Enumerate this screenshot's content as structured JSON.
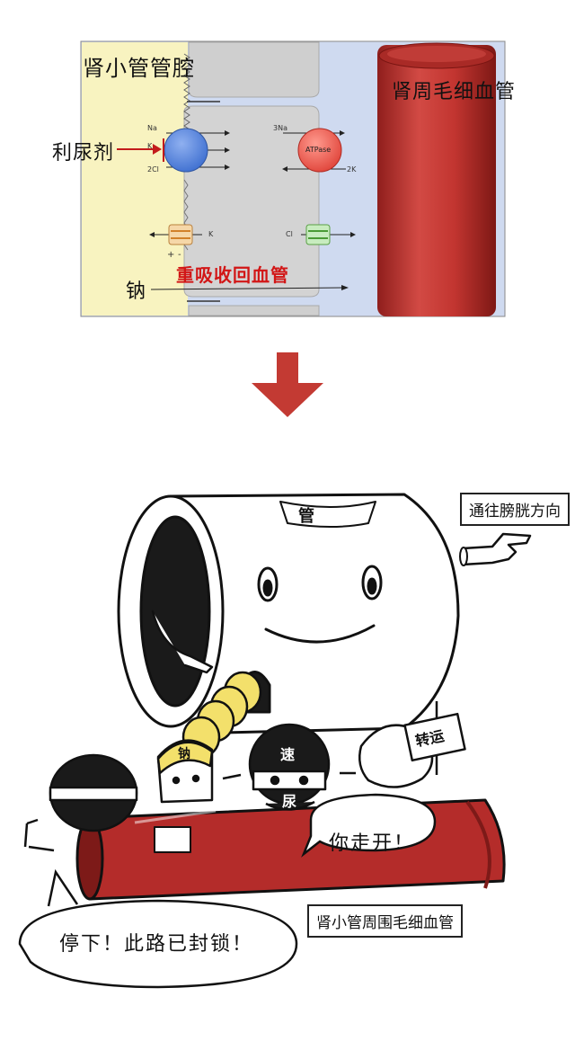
{
  "diagram": {
    "lumen_label": "肾小管管腔",
    "capillary_label": "肾周毛细血管",
    "diuretic_label": "利尿剂",
    "sodium_label": "钠",
    "reabsorb_label": "重吸收回血管",
    "transport": {
      "na": "Na",
      "k": "K",
      "cl2": "2Cl",
      "na3": "3Na",
      "atpase": "ATPase",
      "k2": "2K",
      "k_channel": "K",
      "cl_channel": "Cl",
      "plus": "+",
      "minus": "-"
    }
  },
  "cartoon": {
    "tube_tag": "管",
    "to_bladder": "通往膀胱方向",
    "sodium_char": "钠",
    "diuretic_char_top": "速",
    "diuretic_char_bottom": "尿",
    "transport_sign": "转运",
    "vessel_label": "肾小管周围毛细血管",
    "speech_go_away": "你走开！",
    "speech_stop": "停下！此路已封锁！"
  },
  "colors": {
    "lumen": "#f8f3c0",
    "cell": "#d1d1d1",
    "interstitium": "#cfdaf0",
    "capillary": "#c2322f",
    "arrow": "#c33a33",
    "cotransporter": "#5c86dc",
    "atpase": "#f15a4e"
  }
}
